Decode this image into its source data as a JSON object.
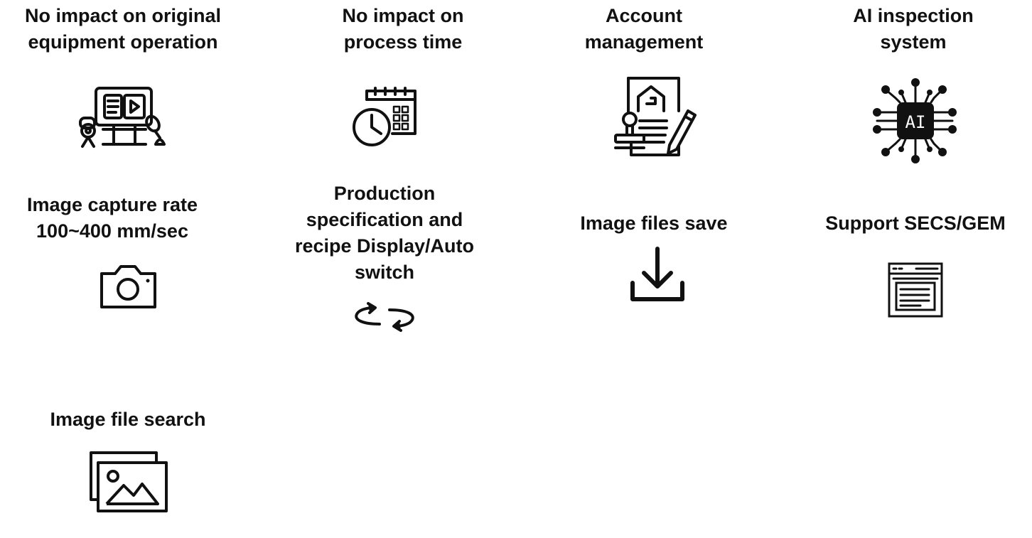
{
  "features": [
    {
      "id": "no-impact-equipment",
      "title_lines": [
        "No impact on original",
        "equipment operation"
      ],
      "icon": "equipment-monitor-icon"
    },
    {
      "id": "no-impact-process-time",
      "title_lines": [
        "No impact on",
        "process time"
      ],
      "icon": "calendar-clock-icon"
    },
    {
      "id": "account-management",
      "title_lines": [
        "Account",
        "management"
      ],
      "icon": "document-stamp-pen-icon"
    },
    {
      "id": "ai-inspection",
      "title_lines": [
        "AI inspection",
        "system"
      ],
      "icon": "ai-chip-icon"
    },
    {
      "id": "image-capture-rate",
      "title_lines": [
        "Image capture rate",
        "100~400 mm/sec"
      ],
      "icon": "camera-icon"
    },
    {
      "id": "production-spec",
      "title_lines": [
        "Production",
        "specification and",
        "recipe Display/Auto",
        "switch"
      ],
      "icon": "sync-arrows-icon"
    },
    {
      "id": "image-files-save",
      "title_lines": [
        "Image files save"
      ],
      "icon": "download-icon"
    },
    {
      "id": "secs-gem",
      "title_lines": [
        "Support SECS/GEM"
      ],
      "icon": "browser-window-icon"
    },
    {
      "id": "image-file-search",
      "title_lines": [
        "Image file search"
      ],
      "icon": "image-gallery-icon"
    }
  ],
  "ai_chip_label": "AI",
  "colors": {
    "icon": "#111111",
    "background": "#ffffff"
  }
}
